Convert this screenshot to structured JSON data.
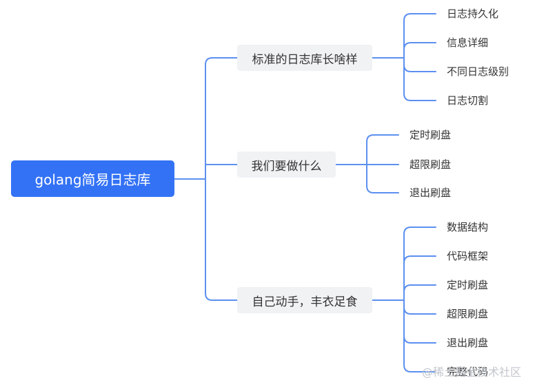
{
  "colors": {
    "root_fill": "#3372f5",
    "root_text": "#ffffff",
    "branch_fill": "#f1f2f4",
    "branch_text": "#333333",
    "connector": "#5b8ff0",
    "leaf_text": "#333333"
  },
  "root": {
    "label": "golang简易日志库"
  },
  "branches": [
    {
      "label": "标准的日志库长啥样",
      "children": [
        "日志持久化",
        "信息详细",
        "不同日志级别",
        "日志切割"
      ]
    },
    {
      "label": "我们要做什么",
      "children": [
        "定时刷盘",
        "超限刷盘",
        "退出刷盘"
      ]
    },
    {
      "label": "自己动手，丰衣足食",
      "children": [
        "数据结构",
        "代码框架",
        "定时刷盘",
        "超限刷盘",
        "退出刷盘",
        "完整代码"
      ]
    }
  ],
  "watermark": {
    "text": "@稀土掘金技术社区"
  }
}
